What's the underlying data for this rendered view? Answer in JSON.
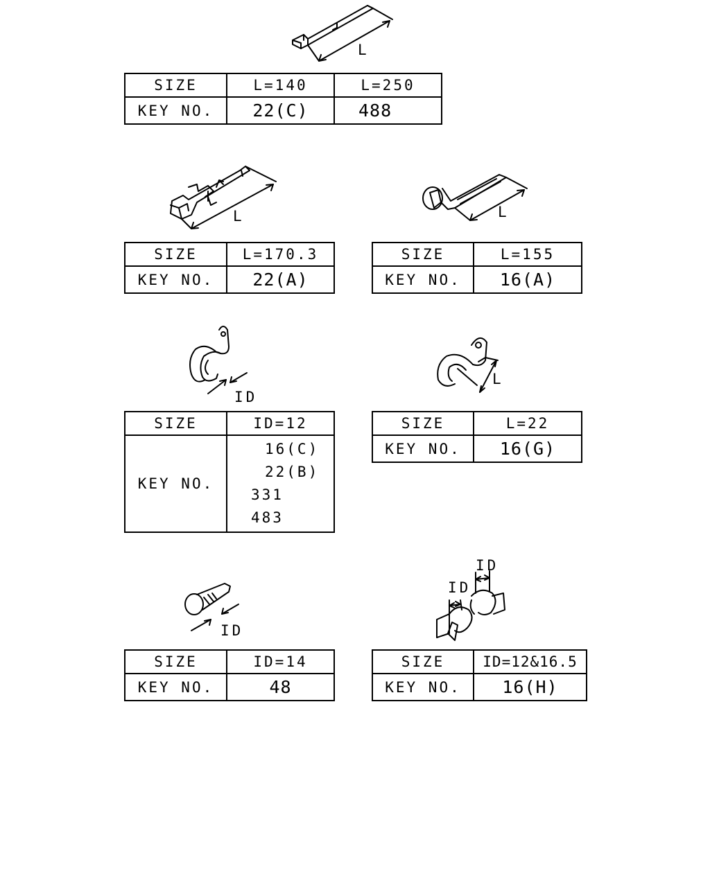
{
  "parts": [
    {
      "id": "p1",
      "dimension_label": "L",
      "header_label": "SIZE",
      "key_label": "KEY NO.",
      "sizes": [
        "L=140",
        "L=250"
      ],
      "keys": [
        [
          "22(C)"
        ],
        [
          "488"
        ]
      ]
    },
    {
      "id": "p2",
      "dimension_label": "L",
      "header_label": "SIZE",
      "key_label": "KEY NO.",
      "sizes": [
        "L=170.3"
      ],
      "keys": [
        [
          "22(A)"
        ]
      ]
    },
    {
      "id": "p3",
      "dimension_label": "L",
      "header_label": "SIZE",
      "key_label": "KEY NO.",
      "sizes": [
        "L=155"
      ],
      "keys": [
        [
          "16(A)"
        ]
      ]
    },
    {
      "id": "p4",
      "dimension_label": "ID",
      "header_label": "SIZE",
      "key_label": "KEY NO.",
      "sizes": [
        "ID=12"
      ],
      "keys": [
        [
          "16(C)",
          "22(B)",
          "331",
          "483"
        ]
      ]
    },
    {
      "id": "p5",
      "dimension_label": "L",
      "header_label": "SIZE",
      "key_label": "KEY NO.",
      "sizes": [
        "L=22"
      ],
      "keys": [
        [
          "16(G)"
        ]
      ]
    },
    {
      "id": "p6",
      "dimension_label": "ID",
      "header_label": "SIZE",
      "key_label": "KEY NO.",
      "sizes": [
        "ID=14"
      ],
      "keys": [
        [
          "48"
        ]
      ]
    },
    {
      "id": "p7",
      "dimension_label": "ID",
      "dimension_label_2": "ID",
      "header_label": "SIZE",
      "key_label": "KEY NO.",
      "sizes": [
        "ID=12&16.5"
      ],
      "keys": [
        [
          "16(H)"
        ]
      ]
    }
  ]
}
